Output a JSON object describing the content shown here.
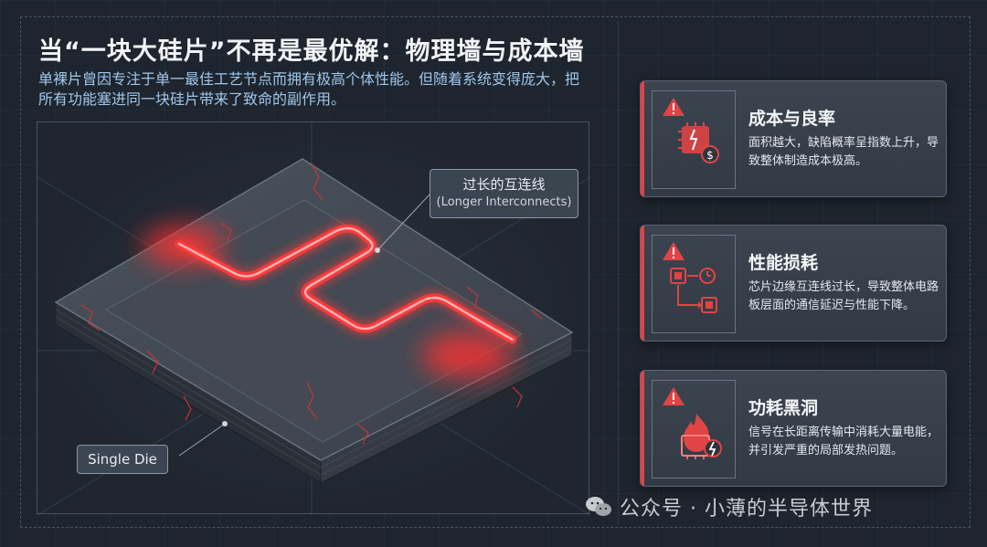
{
  "title": "当“一块大硅片”不再是最优解：物理墙与成本墙",
  "subtitle": "单裸片曾因专注于单一最佳工艺节点而拥有极高个体性能。但随着系统变得庞大，把所有功能塞进同一块硅片带来了致命的副作用。",
  "diagram": {
    "callout_line1": "过长的互连线",
    "callout_line2": "(Longer Interconnects)",
    "die_label": "Single Die"
  },
  "cards": [
    {
      "title": "成本与良率",
      "desc": "面积越大，缺陷概率呈指数上升，导致整体制造成本极高。",
      "icon": "chip-cost-icon"
    },
    {
      "title": "性能损耗",
      "desc": "芯片边缘互连线过长，导致整体电路板层面的通信延迟与性能下降。",
      "icon": "latency-icon"
    },
    {
      "title": "功耗黑洞",
      "desc": "信号在长距离传输中消耗大量电能，并引发严重的局部发热问题。",
      "icon": "power-fire-icon"
    }
  ],
  "watermark": "公众号 · 小薄的半导体世界",
  "colors": {
    "accent": "#e04444",
    "glow": "#ff4a4a",
    "background": "#1e252e",
    "subtitle": "#9fc7ec"
  }
}
